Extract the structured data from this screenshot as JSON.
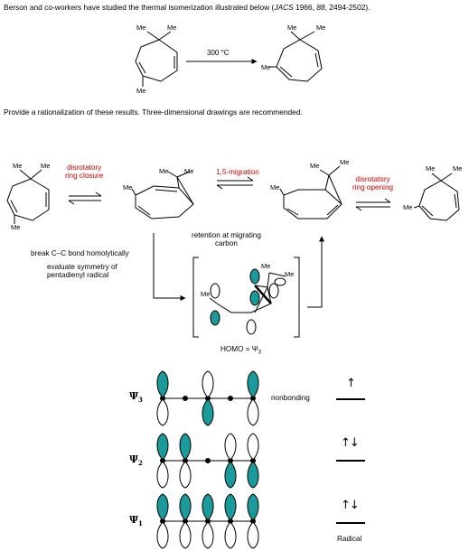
{
  "problem": {
    "line1_a": "Berson and co-workers have studied the thermal isomerization illustrated below (",
    "journal": "JACS",
    "year": " 1966",
    "line1_b": ", ",
    "volume": "88",
    "pages": ", 2494-2502).",
    "condition": "300 °C",
    "question": "Provide a rationalization of these results.  Three-dimensional drawings are recommended."
  },
  "substituent": "Me",
  "mechanism": {
    "step1_line1": "disrotatory",
    "step1_line2": "ring closure",
    "step2": "1,5-migration",
    "step3_line1": "disrotatory",
    "step3_line2": "ring opening",
    "retention_line1": "retention at migrating",
    "retention_line2": "carbon",
    "break_bond": "break C–C bond homolytically",
    "evaluate_line1": "evaluate symmetry of",
    "evaluate_line2": "pentadienyl radical",
    "homo_prefix": "HOMO = Ψ",
    "homo_sub": "3"
  },
  "mo_diagram": {
    "psi_symbol": "Ψ",
    "levels": [
      {
        "sub": "3",
        "label": "nonbonding",
        "electrons": "↑"
      },
      {
        "sub": "2",
        "label": "",
        "electrons": "↑↓"
      },
      {
        "sub": "1",
        "label": "",
        "electrons": "↑↓"
      }
    ],
    "radical_label": "Radical"
  },
  "colors": {
    "accent_red": "#cc0000",
    "lobe_teal": "#1a9a9a"
  }
}
